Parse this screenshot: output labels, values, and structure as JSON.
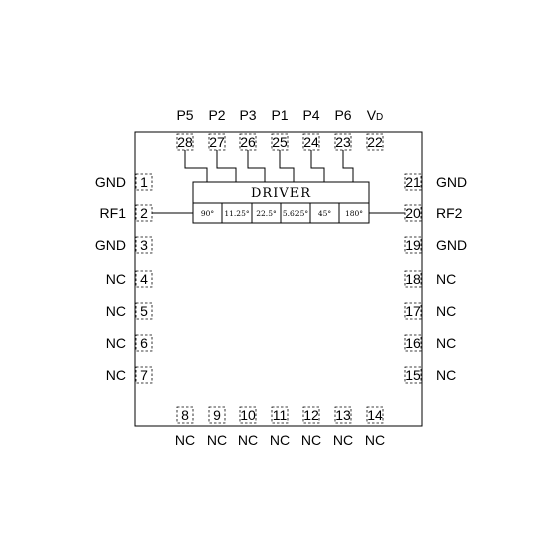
{
  "top_pins": [
    {
      "num": "28",
      "label": "P5"
    },
    {
      "num": "27",
      "label": "P2"
    },
    {
      "num": "26",
      "label": "P3"
    },
    {
      "num": "25",
      "label": "P1"
    },
    {
      "num": "24",
      "label": "P4"
    },
    {
      "num": "23",
      "label": "P6"
    },
    {
      "num": "22",
      "label": "V",
      "label_sub": "D"
    }
  ],
  "left_pins": [
    {
      "num": "1",
      "label": "GND"
    },
    {
      "num": "2",
      "label": "RF1"
    },
    {
      "num": "3",
      "label": "GND"
    },
    {
      "num": "4",
      "label": "NC"
    },
    {
      "num": "5",
      "label": "NC"
    },
    {
      "num": "6",
      "label": "NC"
    },
    {
      "num": "7",
      "label": "NC"
    }
  ],
  "right_pins": [
    {
      "num": "21",
      "label": "GND"
    },
    {
      "num": "20",
      "label": "RF2"
    },
    {
      "num": "19",
      "label": "GND"
    },
    {
      "num": "18",
      "label": "NC"
    },
    {
      "num": "17",
      "label": "NC"
    },
    {
      "num": "16",
      "label": "NC"
    },
    {
      "num": "15",
      "label": "NC"
    }
  ],
  "bottom_pins": [
    {
      "num": "8",
      "label": "NC"
    },
    {
      "num": "9",
      "label": "NC"
    },
    {
      "num": "10",
      "label": "NC"
    },
    {
      "num": "11",
      "label": "NC"
    },
    {
      "num": "12",
      "label": "NC"
    },
    {
      "num": "13",
      "label": "NC"
    },
    {
      "num": "14",
      "label": "NC"
    }
  ],
  "driver": {
    "title": "DRIVER",
    "segments": [
      "90°",
      "11.25°",
      "22.5°",
      "5.625°",
      "45°",
      "180°"
    ]
  }
}
